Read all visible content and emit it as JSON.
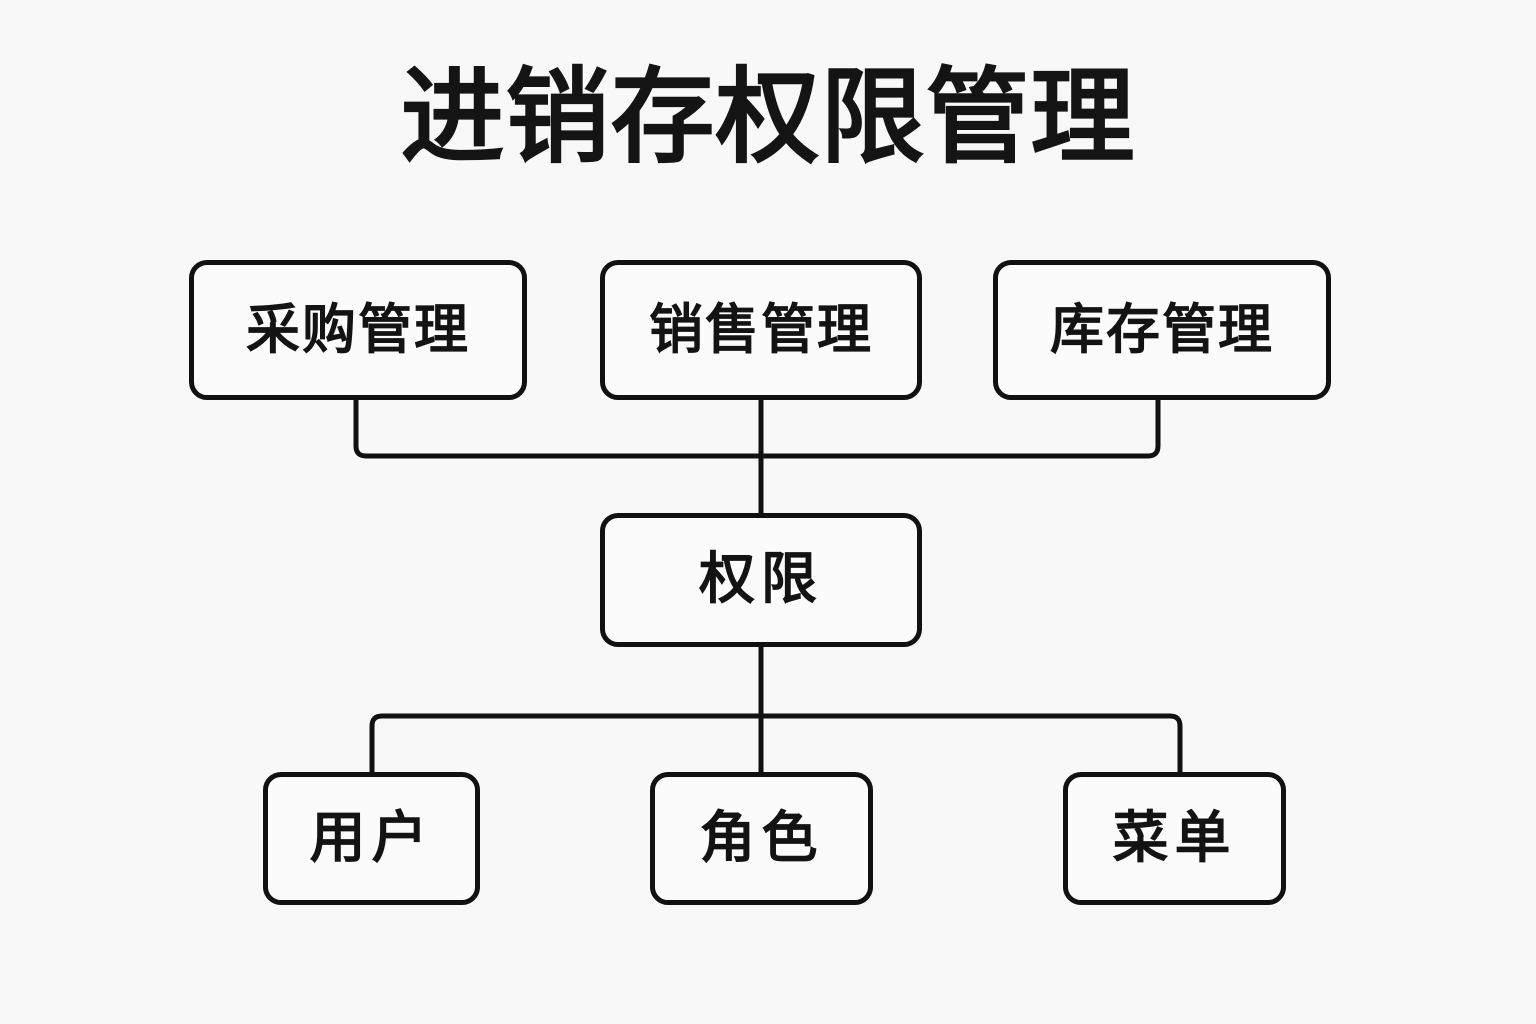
{
  "page": {
    "title": "进销存权限管理",
    "background_color": "#f8f8f8",
    "stroke_color": "#111111",
    "node_fill_color": "#fbfbfb",
    "text_color": "#131313"
  },
  "diagram": {
    "type": "tree",
    "levels": [
      {
        "name": "modules",
        "nodes": [
          {
            "id": "purchase",
            "label": "采购管理"
          },
          {
            "id": "sales",
            "label": "销售管理"
          },
          {
            "id": "inventory",
            "label": "库存管理"
          }
        ]
      },
      {
        "name": "core",
        "nodes": [
          {
            "id": "permission",
            "label": "权限"
          }
        ]
      },
      {
        "name": "entities",
        "nodes": [
          {
            "id": "user",
            "label": "用户"
          },
          {
            "id": "role",
            "label": "角色"
          },
          {
            "id": "menu",
            "label": "菜单"
          }
        ]
      }
    ],
    "edges": [
      {
        "from": "purchase",
        "to": "permission"
      },
      {
        "from": "sales",
        "to": "permission"
      },
      {
        "from": "inventory",
        "to": "permission"
      },
      {
        "from": "permission",
        "to": "user"
      },
      {
        "from": "permission",
        "to": "role"
      },
      {
        "from": "permission",
        "to": "menu"
      }
    ]
  }
}
